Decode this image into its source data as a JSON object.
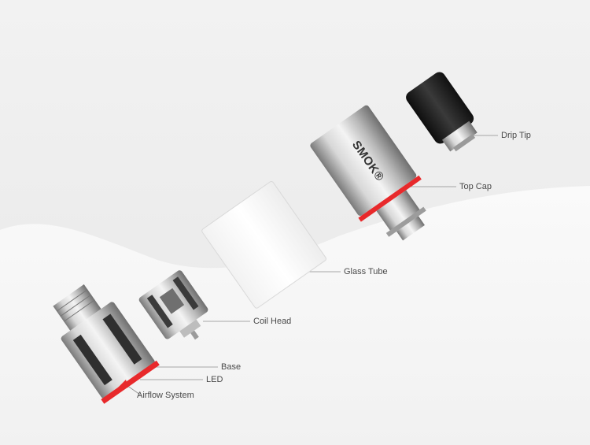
{
  "labels": {
    "drip_tip": "Drip Tip",
    "top_cap": "Top Cap",
    "glass_tube": "Glass Tube",
    "coil_head": "Coil Head",
    "base": "Base",
    "led": "LED",
    "airflow_system": "Airflow System"
  },
  "brand_text": "SMOK®",
  "colors": {
    "background_top": "#eeeeee",
    "snow": "#f7f7f7",
    "metal_light": "#e6e6e6",
    "metal_dark": "#8a8a8a",
    "accent_red": "#e8292b",
    "drip_tip_black": "#1f1f1f",
    "leader_line": "#8c8c8c"
  }
}
